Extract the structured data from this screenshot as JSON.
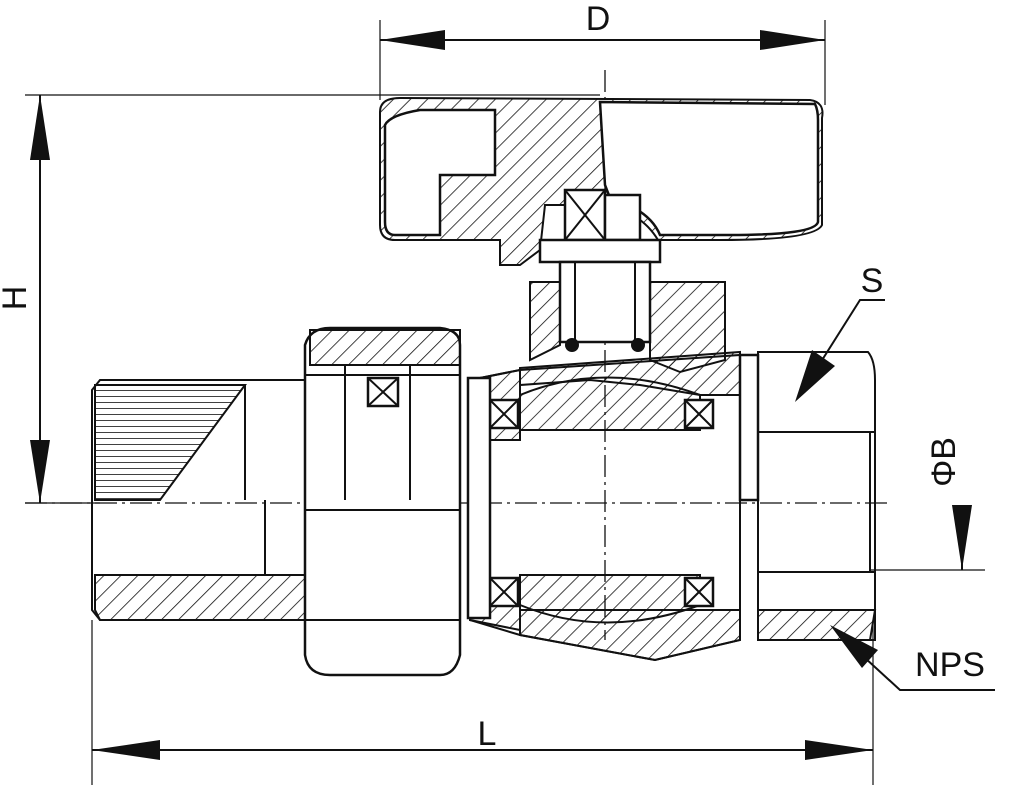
{
  "dimensions": {
    "D": "D",
    "H": "H",
    "S": "S",
    "B": "ΦB",
    "NPS": "NPS",
    "L": "L"
  }
}
